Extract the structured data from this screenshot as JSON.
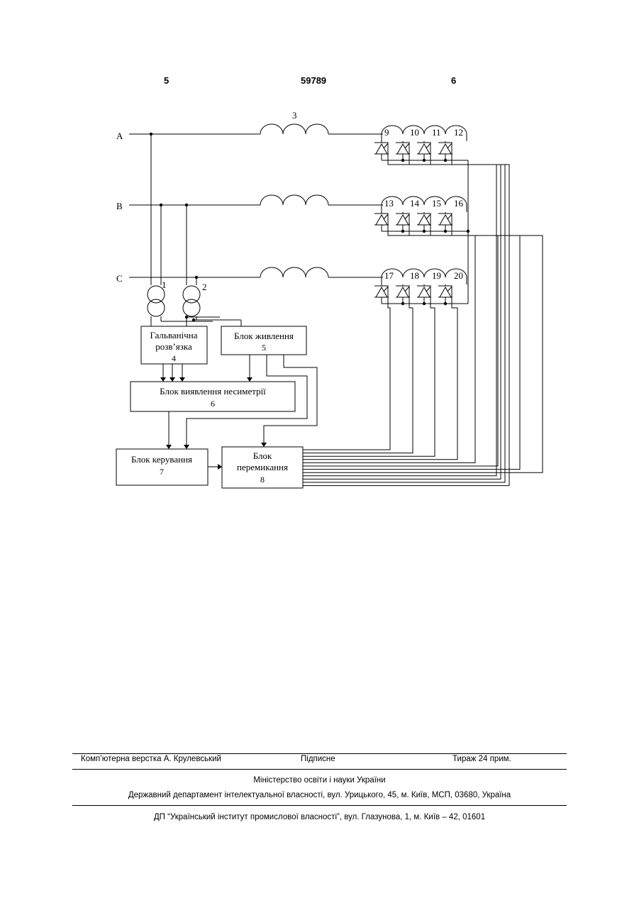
{
  "header": {
    "page_left": "5",
    "patent_number": "59789",
    "page_right": "6"
  },
  "diagram": {
    "phases": [
      "A",
      "B",
      "C"
    ],
    "reactor_label": "3",
    "transformer_labels": [
      "1",
      "2"
    ],
    "thyristor_labels_row_a": [
      "9",
      "10",
      "11",
      "12"
    ],
    "thyristor_labels_row_b": [
      "13",
      "14",
      "15",
      "16"
    ],
    "thyristor_labels_row_c": [
      "17",
      "18",
      "19",
      "20"
    ],
    "blocks": {
      "galvanic": {
        "line1": "Гальванічна",
        "line2": "розв’язка",
        "num": "4"
      },
      "power": {
        "line1": "Блок живлення",
        "num": "5"
      },
      "detect": {
        "line1": "Блок виявлення несиметрії",
        "num": "6"
      },
      "control": {
        "line1": "Блок керування",
        "num": "7"
      },
      "switch": {
        "line1": "Блок",
        "line2": "перемикання",
        "num": "8"
      }
    }
  },
  "footer": {
    "layout_by": "Комп’ютерна верстка А. Крулевський",
    "signed": "Підписне",
    "circulation": "Тираж 24 прим.",
    "ministry": "Міністерство освіти і науки України",
    "department": "Державний департамент інтелектуальної власності, вул. Урицького, 45, м. Київ, МСП, 03680, Україна",
    "institute": "ДП “Український інститут промислової власності”, вул. Глазунова, 1, м. Київ – 42, 01601"
  }
}
